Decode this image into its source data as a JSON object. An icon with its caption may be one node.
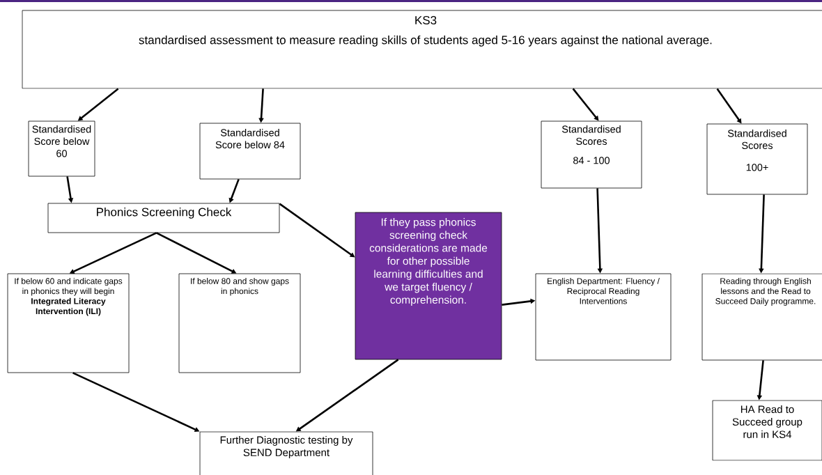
{
  "diagram": {
    "nodes": [
      {
        "text": [
          "KS3",
          "standardised assessment to measure reading skills of students aged 5-16 years against the national average."
        ]
      },
      {
        "text": [
          "Standardised Score below 60"
        ]
      },
      {
        "text": [
          "Standardised Score below 84"
        ]
      },
      {
        "text": [
          "Standardised Scores",
          "84 - 100"
        ]
      },
      {
        "text": [
          "Standardised Scores",
          "100+"
        ]
      },
      {
        "text": [
          "Phonics Screening Check"
        ]
      },
      {
        "text": [
          "If below 60 and indicate gaps in phonics they will begin **Integrated Literacy Intervention (ILI)**"
        ]
      },
      {
        "text": [
          "If below 80 and show gaps in phonics"
        ]
      },
      {
        "text": [
          "If they pass phonics screening check considerations are made for other possible learning difficulties and we target fluency / comprehension."
        ]
      },
      {
        "text": [
          "English Department: Fluency / Reciprocal Reading Interventions"
        ]
      },
      {
        "text": [
          "Reading through English lessons and the Read to Succeed Daily programme."
        ]
      },
      {
        "text": [
          "Further Diagnostic testing by SEND Department"
        ]
      },
      {
        "text": [
          "HA Read to Succeed group run in KS4"
        ]
      }
    ],
    "edges": [
      {
        "from": 0,
        "to": 1,
        "arrow": "to"
      },
      {
        "from": 0,
        "to": 2,
        "arrow": "to"
      },
      {
        "from": 0,
        "to": 3,
        "arrow": "to"
      },
      {
        "from": 0,
        "to": 4,
        "arrow": "to"
      },
      {
        "from": 1,
        "to": 5,
        "arrow": "to"
      },
      {
        "from": 2,
        "to": 5,
        "arrow": "to"
      },
      {
        "from": 5,
        "to": 6,
        "arrow": "to"
      },
      {
        "from": 5,
        "to": 7,
        "arrow": "to"
      },
      {
        "from": 5,
        "to": 8,
        "arrow": "to"
      },
      {
        "from": 8,
        "to": 9,
        "arrow": "to"
      },
      {
        "from": 3,
        "to": 9,
        "arrow": "to"
      },
      {
        "from": 4,
        "to": 10,
        "arrow": "to"
      },
      {
        "from": 6,
        "to": 11,
        "arrow": "to"
      },
      {
        "from": 8,
        "to": 11,
        "arrow": "to"
      },
      {
        "from": 10,
        "to": 12,
        "arrow": "to"
      }
    ]
  }
}
